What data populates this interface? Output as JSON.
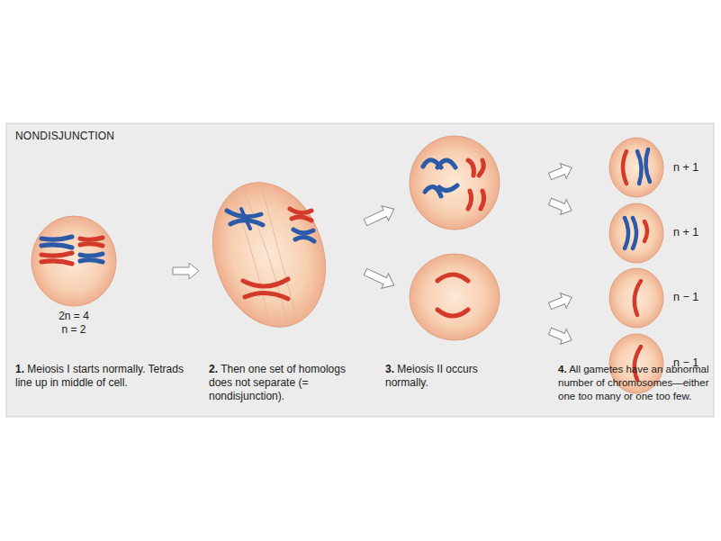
{
  "diagram": {
    "title": "NONDISJUNCTION",
    "labels": [
      "2n = 4",
      "n = 2",
      "1.",
      "Meiosis I starts normally. Tetrads line up in middle of cell.",
      "2.",
      "Then one set of homologs does not separate (= nondisjunction).",
      "3.",
      "Meiosis II occurs normally.",
      "4.",
      "All gametes have an abnormal number of chromosomes—either one too many or one too few.",
      "n + 1",
      "n + 1",
      "n − 1",
      "n − 1"
    ]
  }
}
